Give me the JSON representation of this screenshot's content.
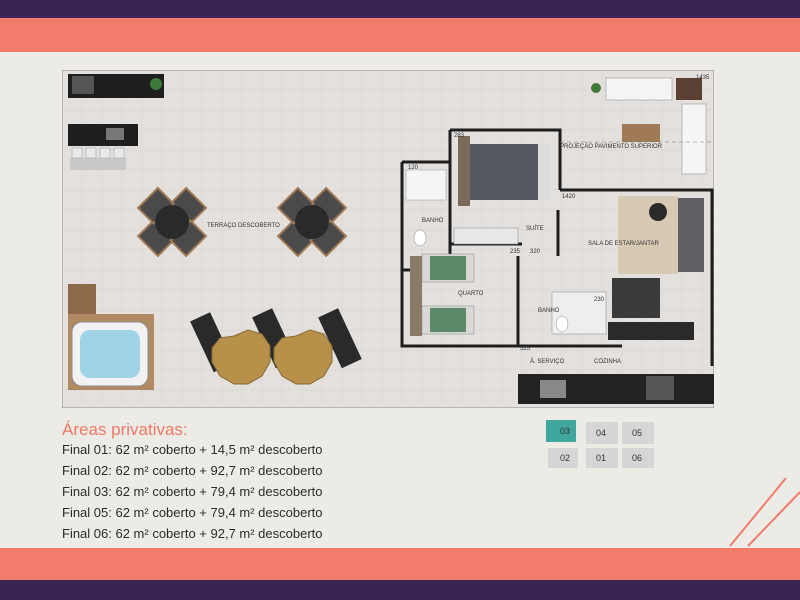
{
  "plan": {
    "rooms": {
      "terrace": "TERRAÇO DESCOBERTO",
      "bath1": "BANHO",
      "suite": "SUÍTE",
      "bedroom": "QUARTO",
      "bath2": "BANHO",
      "living": "SALA DE ESTAR/JANTAR",
      "service": "Á. SERVIÇO",
      "kitchen": "COZINHA",
      "projection": "PROJEÇÃO PAVIMENTO SUPERIOR"
    },
    "dims": {
      "d1": "1435",
      "d2": "283",
      "d3": "120",
      "d4": "1420",
      "d5": "235",
      "d6": "320",
      "d7": "230",
      "d8": "525"
    }
  },
  "areas": {
    "title": "Áreas privativas:",
    "rows": [
      "Final 01: 62 m² coberto + 14,5 m² descoberto",
      "Final 02: 62 m² coberto + 92,7 m² descoberto",
      "Final 03: 62 m² coberto + 79,4 m² descoberto",
      "Final 05: 62 m² coberto + 79,4 m² descoberto",
      "Final 06: 62 m² coberto + 92,7 m² descoberto"
    ]
  },
  "key_plan": {
    "units": [
      "03",
      "04",
      "05",
      "02",
      "01",
      "06"
    ],
    "highlighted": "03",
    "highlight_color": "#3fa79e"
  },
  "colors": {
    "purple": "#3a2456",
    "coral": "#f27b6c",
    "background": "#ecebe6"
  }
}
